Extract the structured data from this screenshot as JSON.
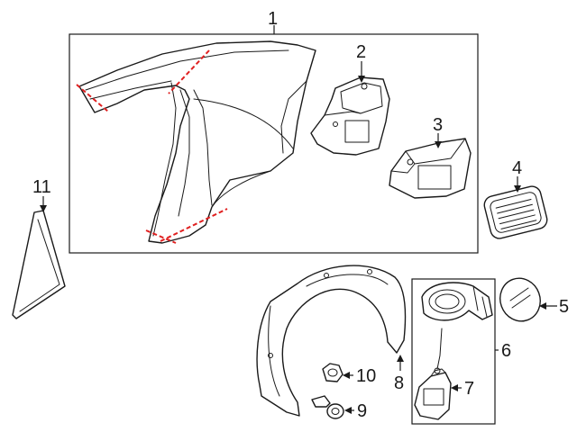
{
  "diagram": {
    "callouts": [
      {
        "id": "1",
        "text": "1"
      },
      {
        "id": "2",
        "text": "2"
      },
      {
        "id": "3",
        "text": "3"
      },
      {
        "id": "4",
        "text": "4"
      },
      {
        "id": "5",
        "text": "5"
      },
      {
        "id": "6",
        "text": "6"
      },
      {
        "id": "7",
        "text": "7"
      },
      {
        "id": "8",
        "text": "8"
      },
      {
        "id": "9",
        "text": "9"
      },
      {
        "id": "10",
        "text": "10"
      },
      {
        "id": "11",
        "text": "11"
      }
    ],
    "colors": {
      "line": "#1a1a1a",
      "cut_line": "#e02020",
      "background": "#ffffff"
    },
    "parts": [
      {
        "callout": "1",
        "icon": "quarter-panel-icon"
      },
      {
        "callout": "2",
        "icon": "bracket-icon"
      },
      {
        "callout": "3",
        "icon": "bracket-icon"
      },
      {
        "callout": "4",
        "icon": "vent-grille-icon"
      },
      {
        "callout": "5",
        "icon": "fuel-door-icon"
      },
      {
        "callout": "6",
        "icon": "fuel-door-assembly-icon"
      },
      {
        "callout": "7",
        "icon": "actuator-icon"
      },
      {
        "callout": "8",
        "icon": "wheel-liner-icon"
      },
      {
        "callout": "9",
        "icon": "push-pin-icon"
      },
      {
        "callout": "10",
        "icon": "nut-icon"
      },
      {
        "callout": "11",
        "icon": "window-trim-icon"
      }
    ]
  }
}
